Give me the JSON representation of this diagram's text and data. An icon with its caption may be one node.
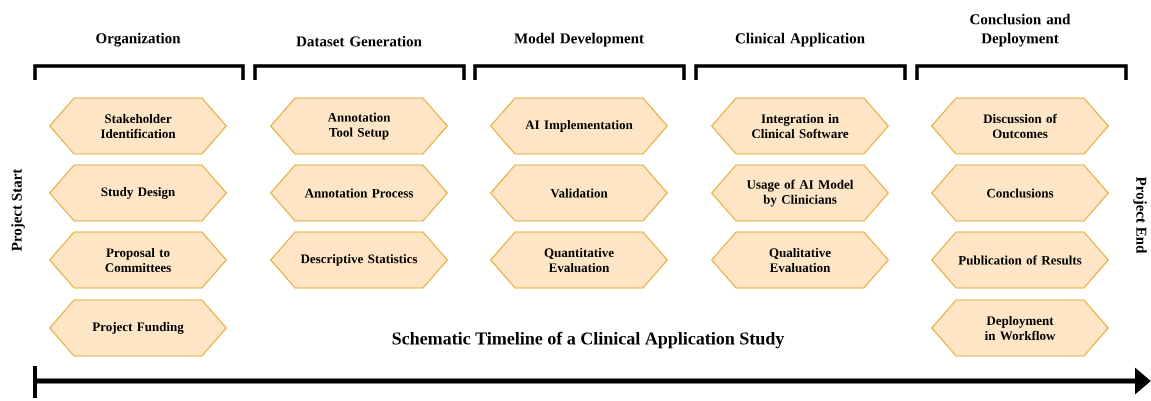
{
  "diagram": {
    "title": "Schematic Timeline of a Clinical Application Study",
    "nodes": [
      {
        "text": [
          "Stakeholder Identification"
        ]
      },
      {
        "text": [
          "Study Design"
        ]
      },
      {
        "text": [
          "Proposal to Committees"
        ]
      },
      {
        "text": [
          "Project Funding"
        ]
      },
      {
        "text": [
          "Annotation Tool Setup"
        ]
      },
      {
        "text": [
          "Annotation Process"
        ]
      },
      {
        "text": [
          "Descriptive Statistics"
        ]
      },
      {
        "text": [
          "AI Implementation"
        ]
      },
      {
        "text": [
          "Validation"
        ]
      },
      {
        "text": [
          "Quantitative Evaluation"
        ]
      },
      {
        "text": [
          "Integration in Clinical Software"
        ]
      },
      {
        "text": [
          "Usage of AI Model by Clinicians"
        ]
      },
      {
        "text": [
          "Qualitative Evaluation"
        ]
      },
      {
        "text": [
          "Discussion of Outcomes"
        ]
      },
      {
        "text": [
          "Conclusions"
        ]
      },
      {
        "text": [
          "Publication of Results"
        ]
      },
      {
        "text": [
          "Deployment in Workflow"
        ]
      }
    ],
    "labels": [
      "Organization",
      "Dataset Generation",
      "Model Development",
      "Clinical Application",
      "Conclusion and Deployment",
      "Project Start",
      "Project End"
    ]
  }
}
